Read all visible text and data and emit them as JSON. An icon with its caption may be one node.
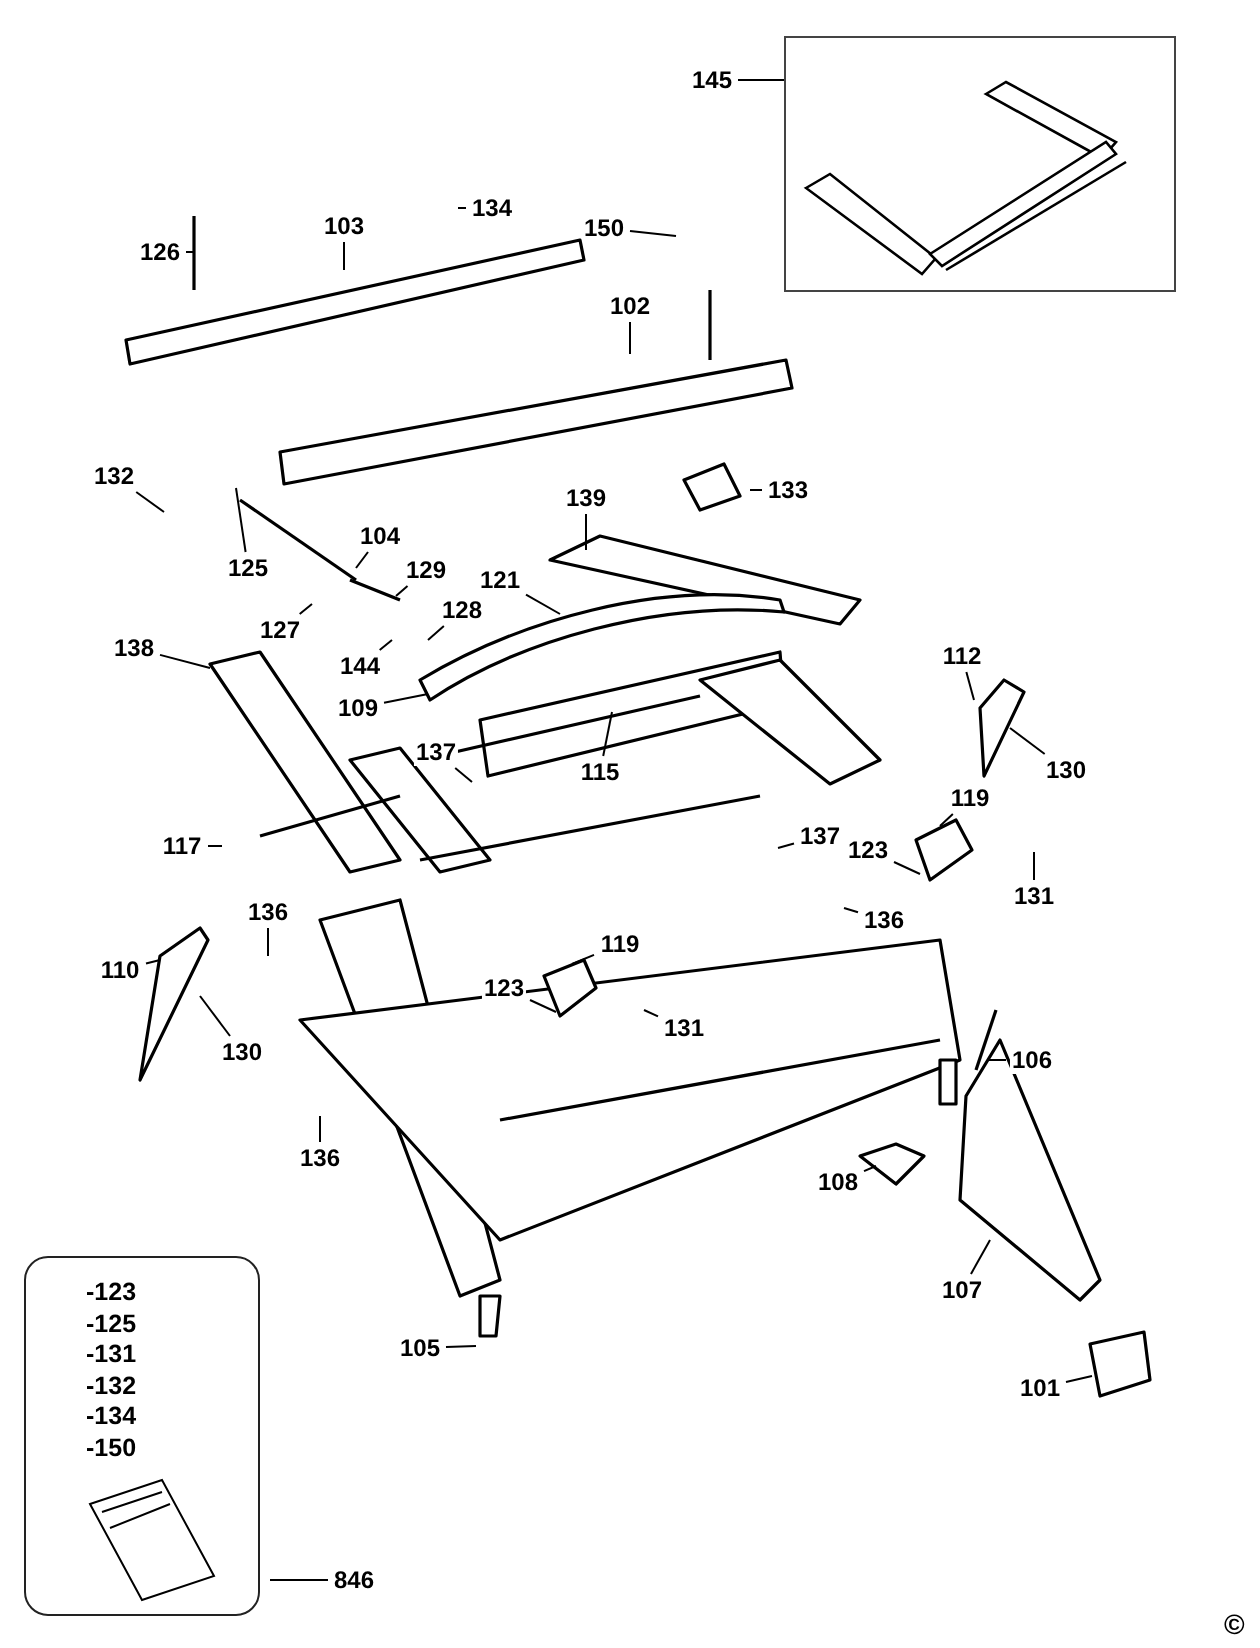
{
  "diagram": {
    "nodes": [
      {
        "text": [
          "145"
        ]
      },
      {
        "text": [],
        "shape": "picture"
      },
      {
        "text": [
          "134"
        ]
      },
      {
        "text": [
          "150"
        ]
      },
      {
        "text": [
          "103"
        ]
      },
      {
        "text": [
          "126"
        ]
      },
      {
        "text": [
          "102"
        ]
      },
      {
        "text": [
          "132"
        ]
      },
      {
        "text": [
          "133"
        ]
      },
      {
        "text": [
          "139"
        ]
      },
      {
        "text": [
          "104"
        ]
      },
      {
        "text": [
          "125"
        ]
      },
      {
        "text": [
          "129"
        ]
      },
      {
        "text": [
          "121"
        ]
      },
      {
        "text": [
          "128"
        ]
      },
      {
        "text": [
          "127"
        ]
      },
      {
        "text": [
          "112"
        ]
      },
      {
        "text": [
          "138"
        ]
      },
      {
        "text": [
          "144"
        ]
      },
      {
        "text": [
          "109"
        ]
      },
      {
        "text": [
          "137"
        ]
      },
      {
        "text": [
          "115"
        ]
      },
      {
        "text": [
          "130"
        ]
      },
      {
        "text": [
          "119"
        ]
      },
      {
        "text": [
          "117"
        ]
      },
      {
        "text": [
          "137"
        ]
      },
      {
        "text": [
          "123"
        ]
      },
      {
        "text": [
          "131"
        ]
      },
      {
        "text": [
          "136"
        ]
      },
      {
        "text": [
          "136"
        ]
      },
      {
        "text": [
          "119"
        ]
      },
      {
        "text": [
          "110"
        ]
      },
      {
        "text": [
          "123"
        ]
      },
      {
        "text": [
          "130"
        ]
      },
      {
        "text": [
          "131"
        ]
      },
      {
        "text": [
          "106"
        ]
      },
      {
        "text": [
          "136"
        ]
      },
      {
        "text": [
          "108"
        ]
      },
      {
        "text": [
          "107"
        ]
      },
      {
        "text": [
          "105"
        ]
      },
      {
        "text": [
          "101"
        ]
      },
      {
        "text": [
          "-123",
          "-125",
          "-131",
          "-132",
          "-134",
          "-150"
        ]
      },
      {
        "text": [
          "846"
        ]
      }
    ],
    "edges": [
      {
        "from": 0,
        "to": 1,
        "arrow": "none"
      },
      {
        "from": 2,
        "to": null,
        "arrow": "none"
      },
      {
        "from": 3,
        "to": null,
        "arrow": "none"
      },
      {
        "from": 4,
        "to": null,
        "arrow": "none"
      },
      {
        "from": 5,
        "to": null,
        "arrow": "none"
      },
      {
        "from": 6,
        "to": null,
        "arrow": "none"
      },
      {
        "from": 7,
        "to": null,
        "arrow": "none"
      },
      {
        "from": 8,
        "to": null,
        "arrow": "none"
      },
      {
        "from": 9,
        "to": null,
        "arrow": "none"
      },
      {
        "from": 10,
        "to": null,
        "arrow": "none"
      },
      {
        "from": 11,
        "to": null,
        "arrow": "none"
      },
      {
        "from": 12,
        "to": null,
        "arrow": "none"
      },
      {
        "from": 13,
        "to": null,
        "arrow": "none"
      },
      {
        "from": 14,
        "to": null,
        "arrow": "none"
      },
      {
        "from": 15,
        "to": null,
        "arrow": "none"
      },
      {
        "from": 16,
        "to": null,
        "arrow": "none"
      },
      {
        "from": 17,
        "to": null,
        "arrow": "none"
      },
      {
        "from": 18,
        "to": null,
        "arrow": "none"
      },
      {
        "from": 19,
        "to": null,
        "arrow": "none"
      },
      {
        "from": 20,
        "to": null,
        "arrow": "none"
      },
      {
        "from": 21,
        "to": null,
        "arrow": "none"
      },
      {
        "from": 22,
        "to": null,
        "arrow": "none"
      },
      {
        "from": 23,
        "to": null,
        "arrow": "none"
      },
      {
        "from": 24,
        "to": null,
        "arrow": "none"
      },
      {
        "from": 25,
        "to": null,
        "arrow": "none"
      },
      {
        "from": 26,
        "to": null,
        "arrow": "none"
      },
      {
        "from": 27,
        "to": null,
        "arrow": "none"
      },
      {
        "from": 28,
        "to": null,
        "arrow": "none"
      },
      {
        "from": 29,
        "to": null,
        "arrow": "none"
      },
      {
        "from": 30,
        "to": null,
        "arrow": "none"
      },
      {
        "from": 31,
        "to": null,
        "arrow": "none"
      },
      {
        "from": 32,
        "to": null,
        "arrow": "none"
      },
      {
        "from": 33,
        "to": null,
        "arrow": "none"
      },
      {
        "from": 34,
        "to": null,
        "arrow": "none"
      },
      {
        "from": 35,
        "to": null,
        "arrow": "none"
      },
      {
        "from": 36,
        "to": null,
        "arrow": "none"
      },
      {
        "from": 37,
        "to": null,
        "arrow": "none"
      },
      {
        "from": 38,
        "to": null,
        "arrow": "none"
      },
      {
        "from": 39,
        "to": null,
        "arrow": "none"
      },
      {
        "from": 40,
        "to": null,
        "arrow": "none"
      },
      {
        "from": 42,
        "to": 41,
        "arrow": "none"
      }
    ],
    "labels": [
      "©"
    ]
  }
}
